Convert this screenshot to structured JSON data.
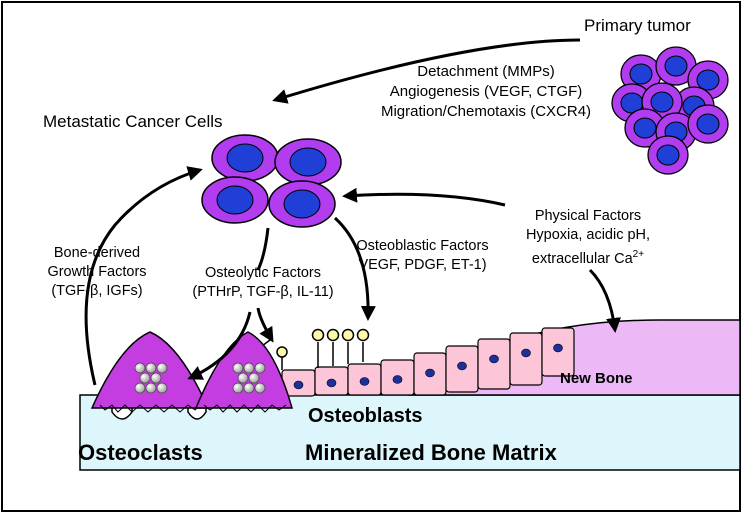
{
  "labels": {
    "primary_tumor": "Primary tumor",
    "metastatic_cells": "Metastatic Cancer Cells",
    "tumor_factors": [
      "Detachment (MMPs)",
      "Angiogenesis (VEGF, CTGF)",
      "Migration/Chemotaxis (CXCR4)"
    ],
    "bone_derived": [
      "Bone-derived",
      "Growth Factors",
      "(TGF-β, IGFs)"
    ],
    "osteolytic": [
      "Osteolytic Factors",
      "(PTHrP, TGF-β, IL-11)"
    ],
    "osteoblastic": [
      "Osteoblastic Factors",
      "VEGF, PDGF, ET-1)"
    ],
    "physical": {
      "line1": "Physical Factors",
      "line2": "Hypoxia, acidic pH,",
      "line3_prefix": "extracellular Ca",
      "line3_sup": "2+"
    },
    "new_bone": "New Bone",
    "osteoblasts": "Osteoblasts",
    "osteoclasts": "Osteoclasts",
    "matrix": "Mineralized Bone Matrix"
  },
  "colors": {
    "cell_outer": "#b13cf0",
    "cell_nucleus": "#1f3fd6",
    "osteoclast": "#c43de0",
    "osteoblast": "#fcc6d8",
    "osteoblast_nucleus": "#1f2f9a",
    "new_bone": "#ecb8f5",
    "bone_matrix": "#ddf6fb",
    "receptor_ball": "#fff9b0"
  }
}
